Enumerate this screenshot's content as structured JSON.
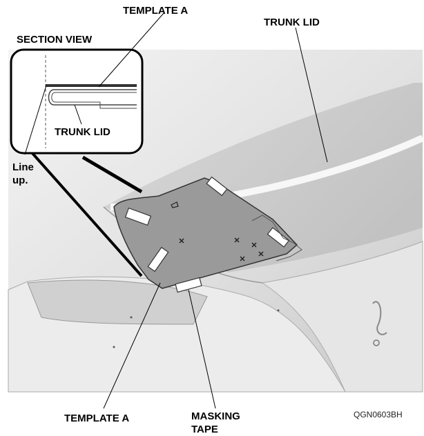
{
  "labels": {
    "template_a_top": "TEMPLATE A",
    "trunk_lid_top": "TRUNK LID",
    "section_view": "SECTION VIEW",
    "trunk_lid_inset": "TRUNK LID",
    "line_up_1": "Line",
    "line_up_2": "up.",
    "template_a_bottom": "TEMPLATE A",
    "masking_tape_1": "MASKING",
    "masking_tape_2": "TAPE",
    "figure_code": "QGN0603BH"
  }
}
